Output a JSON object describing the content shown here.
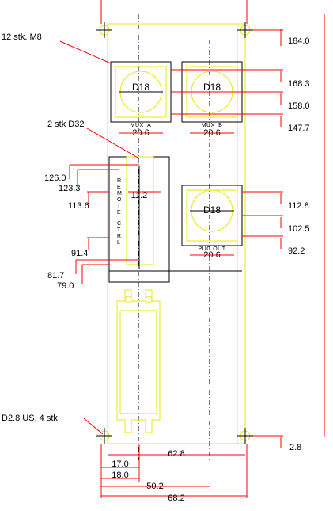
{
  "callouts": {
    "holes_m8": "12 stk. M8",
    "holes_d32": "2 stk D32",
    "holes_d28": "D2.8 US, 4 stk"
  },
  "cutouts": {
    "hole_label": "D18",
    "mux_a": "MUX_A",
    "mux_b": "MUX_B",
    "puc_out": "PUC OUT",
    "remote_ctrl": "REMOTE CTRL",
    "width_label": "20.6",
    "remote_label": "11.2"
  },
  "dims_right": {
    "d184": "184.0",
    "d168": "168.3",
    "d158": "158.0",
    "d147": "147.7",
    "d112": "112.8",
    "d102": "102.5",
    "d92": "92.2",
    "d2_8": "2.8"
  },
  "dims_left": {
    "d126": "126.0",
    "d123": "123.3",
    "d113": "113.6",
    "d91": "91.4",
    "d81": "81.7",
    "d79": "79.0"
  },
  "dims_bottom": {
    "d62": "62.8",
    "d17": "17.0",
    "d18": "18.0",
    "d50": "50.2",
    "d68": "68.2"
  },
  "colors": {
    "outline": "#e8e800",
    "dimension": "#ff0000",
    "detail": "#000000"
  }
}
